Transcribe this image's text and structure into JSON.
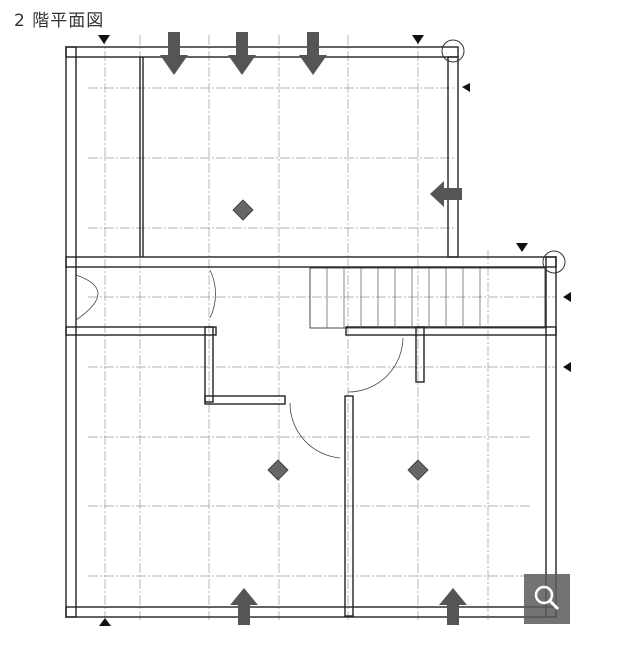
{
  "title": "2 階平面図",
  "viewer": {
    "zoom_button_icon": "magnifier-icon",
    "zoom_button_bg": "#5a5a5a"
  },
  "plan": {
    "type": "floor-plan",
    "floor": "2F",
    "rooms": [
      {
        "id": "north-room",
        "desc": "large room with closet on west side"
      },
      {
        "id": "hall",
        "desc": "corridor with stair"
      },
      {
        "id": "southwest-room",
        "desc": "room with closet"
      },
      {
        "id": "southeast-room",
        "desc": "room with closet"
      }
    ],
    "colors": {
      "wall": "#222222",
      "grid": "#888888",
      "arrow": "#555555"
    }
  }
}
